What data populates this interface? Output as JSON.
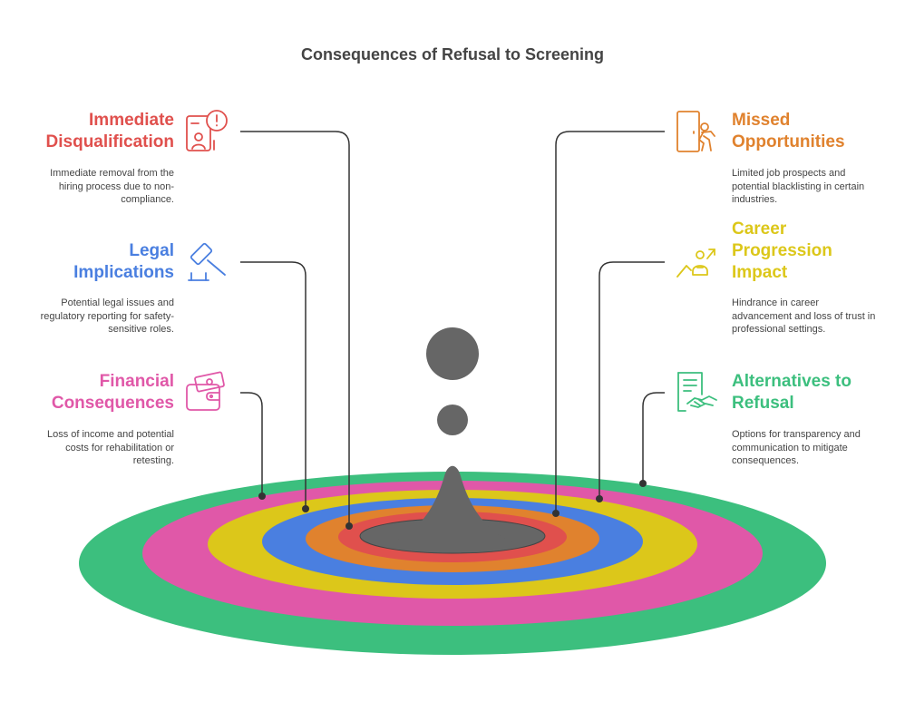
{
  "title": "Consequences of Refusal to Screening",
  "items": [
    {
      "id": "immediate-disqualification",
      "heading": "Immediate Disqualification",
      "description": "Immediate removal from the hiring process due to non-compliance.",
      "color": "#e0504d",
      "icon": "resume-alert-icon"
    },
    {
      "id": "legal-implications",
      "heading": "Legal Implications",
      "description": "Potential legal issues and regulatory reporting for safety-sensitive roles.",
      "color": "#4a7fe0",
      "icon": "gavel-icon"
    },
    {
      "id": "financial-consequences",
      "heading": "Financial Consequences",
      "description": "Loss of income and potential costs for rehabilitation or retesting.",
      "color": "#e058a8",
      "icon": "wallet-icon"
    },
    {
      "id": "missed-opportunities",
      "heading": "Missed Opportunities",
      "description": "Limited job prospects and potential blacklisting in certain industries.",
      "color": "#e0822e",
      "icon": "exit-door-icon"
    },
    {
      "id": "career-progression-impact",
      "heading": "Career Progression Impact",
      "description": "Hindrance in career advancement and loss of trust in professional settings.",
      "color": "#dcc71a",
      "icon": "career-growth-icon"
    },
    {
      "id": "alternatives-to-refusal",
      "heading": "Alternatives to Refusal",
      "description": "Options for transparency and communication to mitigate consequences.",
      "color": "#3cbf7e",
      "icon": "handshake-contract-icon"
    }
  ],
  "colors": {
    "red": "#e0504d",
    "orange": "#e0822e",
    "blue": "#4a7fe0",
    "yellow": "#dcc71a",
    "pink": "#e058a8",
    "green": "#3cbf7e",
    "drop": "#666666",
    "connector": "#333333"
  }
}
